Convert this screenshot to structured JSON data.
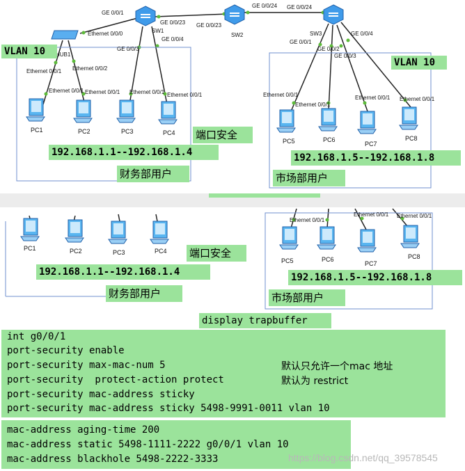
{
  "top": {
    "switches": {
      "sw1": "SW1",
      "sw2": "SW2",
      "sw3": "SW3",
      "hub": "HUB1"
    },
    "port_labels": {
      "sw1_up": "GE 0/0/1",
      "hub_uplink": "Ethernet 0/0/0",
      "sw1_to_sw2": "GE 0/0/23",
      "sw2_left": "GE 0/0/23",
      "sw2_right": "GE 0/0/24",
      "sw3_left": "GE 0/0/24",
      "sw1_p3": "GE 0/0/3",
      "sw1_p4": "GE 0/0/4",
      "hub_p1": "Ethernet 0/0/1",
      "hub_p2": "Ethernet 0/0/2",
      "pc1_eth": "Ethernet 0/0/1",
      "pc2_eth": "Ethernet 0/0/1",
      "pc3_eth": "Ethernet 0/0/1",
      "pc4_eth": "Ethernet 0/0/1",
      "sw3_p1": "GE 0/0/1",
      "sw3_p2": "GE 0/0/2",
      "sw3_p3": "GE 0/0/3",
      "sw3_p4": "GE 0/0/4",
      "pc5_eth": "Ethernet 0/0/1",
      "pc6_eth": "Ethernet 0/0/1",
      "pc7_eth": "Ethernet 0/0/1",
      "pc8_eth": "Ethernet 0/0/1"
    },
    "vlan_left": "VLAN 10",
    "vlan_right": "VLAN 10",
    "pcs": [
      "PC1",
      "PC2",
      "PC3",
      "PC4",
      "PC5",
      "PC6",
      "PC7",
      "PC8"
    ],
    "port_security": "端口安全",
    "range_left": "192.168.1.1--192.168.1.4",
    "range_right": "192.168.1.5--192.168.1.8",
    "group_left": "财务部用户",
    "group_right": "市场部用户"
  },
  "bottom": {
    "pcs": [
      "PC1",
      "PC2",
      "PC3",
      "PC4",
      "PC5",
      "PC6",
      "PC7",
      "PC8"
    ],
    "eth_labels": {
      "pc5": "Ethernet 0/0/1",
      "pc7": "Ethernet 0/0/1",
      "pc8": "Ethernet 0/0/1"
    },
    "port_security": "端口安全",
    "range_left": "192.168.1.1--192.168.1.4",
    "range_right": "192.168.1.5--192.168.1.8",
    "group_left": "财务部用户",
    "group_right": "市场部用户",
    "command_title": "display trapbuffer",
    "commands1": [
      "int g0/0/1",
      "port-security enable",
      "port-security max-mac-num 5",
      "port-security  protect-action protect",
      "port-security mac-address sticky",
      "port-security mac-address sticky 5498-9991-0011 vlan 10"
    ],
    "note1": "默认只允许一个mac 地址",
    "note2": "默认为 restrict",
    "commands2": [
      "mac-address aging-time 200",
      "mac-address static 5498-1111-2222 g0/0/1 vlan 10",
      "mac-address blackhole 5498-2222-3333"
    ],
    "watermark": "https://blog.csdn.net/qq_39578545"
  }
}
